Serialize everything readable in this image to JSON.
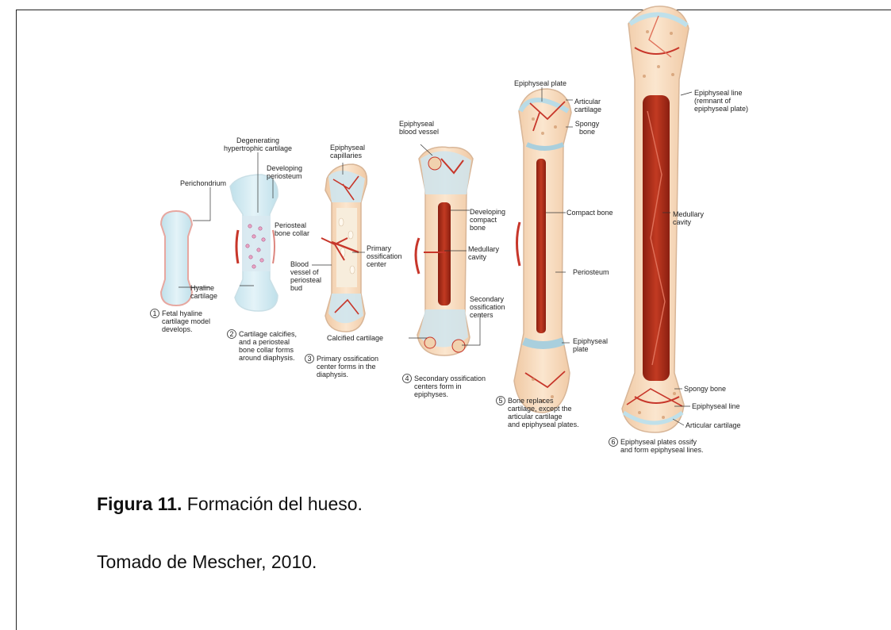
{
  "caption": {
    "figure_label": "Figura 11.",
    "figure_text": "Formación del hueso.",
    "source": "Tomado de Mescher, 2010."
  },
  "diagram": {
    "stages": [
      {
        "number": "1",
        "lines": [
          "Fetal hyaline",
          "cartilage model",
          "develops."
        ]
      },
      {
        "number": "2",
        "lines": [
          "Cartilage calcifies,",
          "and a periosteal",
          "bone collar forms",
          "around diaphysis."
        ]
      },
      {
        "number": "3",
        "lines": [
          "Primary ossification",
          "center forms in the",
          "diaphysis."
        ]
      },
      {
        "number": "4",
        "lines": [
          "Secondary ossification",
          "centers form in",
          "epiphyses."
        ]
      },
      {
        "number": "5",
        "lines": [
          "Bone replaces",
          "cartilage, except the",
          "articular cartilage",
          "and epiphyseal plates."
        ]
      },
      {
        "number": "6",
        "lines": [
          "Epiphyseal plates ossify",
          "and form epiphyseal lines."
        ]
      }
    ],
    "labels": {
      "perichondrium": [
        "Perichondrium"
      ],
      "hyaline_cartilage": [
        "Hyaline",
        "cartilage"
      ],
      "degenerating": [
        "Degenerating",
        "hypertrophic cartilage"
      ],
      "developing_periosteum": [
        "Developing",
        "periosteum"
      ],
      "periosteal_collar": [
        "Periosteal",
        "bone collar"
      ],
      "blood_vessel_bud": [
        "Blood",
        "vessel of",
        "periosteal",
        "bud"
      ],
      "epiphyseal_capillaries": [
        "Epiphyseal",
        "capillaries"
      ],
      "primary_center": [
        "Primary",
        "ossification",
        "center"
      ],
      "calcified_cartilage": [
        "Calcified cartilage"
      ],
      "epiphyseal_blood_vessel": [
        "Epiphyseal",
        "blood vessel"
      ],
      "developing_compact": [
        "Developing",
        "compact",
        "bone"
      ],
      "medullary_cavity_4": [
        "Medullary",
        "cavity"
      ],
      "secondary_centers": [
        "Secondary",
        "ossification",
        "centers"
      ],
      "epiphyseal_plate_top": [
        "Epiphyseal plate"
      ],
      "articular_cartilage_5": [
        "Articular",
        "cartilage"
      ],
      "spongy_bone_5": [
        "Spongy",
        "bone"
      ],
      "compact_bone": [
        "Compact bone"
      ],
      "periosteum": [
        "Periosteum"
      ],
      "epiphyseal_plate_5": [
        "Epiphyseal",
        "plate"
      ],
      "epiphyseal_line_top": [
        "Epiphyseal line",
        "(remnant of",
        "epiphyseal plate)"
      ],
      "medullary_cavity_6": [
        "Medullary",
        "cavity"
      ],
      "spongy_bone_6": [
        "Spongy bone"
      ],
      "epiphyseal_line_6": [
        "Epiphyseal line"
      ],
      "articular_cartilage_6": [
        "Articular cartilage"
      ]
    }
  }
}
